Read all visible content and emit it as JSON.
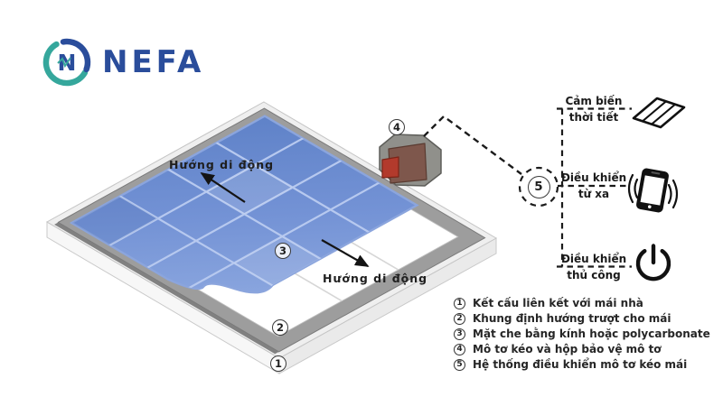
{
  "brand": {
    "name": "NEFA"
  },
  "diagram": {
    "movement_labels": [
      "Hướng di động",
      "Hướng di động"
    ],
    "markers": {
      "m1": "1",
      "m2": "2",
      "m3": "3",
      "m4": "4",
      "m5": "5"
    }
  },
  "controls": {
    "hub_number": "5",
    "options": [
      {
        "line1": "Cảm biến",
        "line2": "thời tiết",
        "icon": "weather-sensor-icon"
      },
      {
        "line1": "Điều khiển",
        "line2": "từ xa",
        "icon": "smartphone-icon"
      },
      {
        "line1": "Điều khiển",
        "line2": "thủ công",
        "icon": "power-button-icon"
      }
    ]
  },
  "legend": {
    "items": [
      {
        "num": "1",
        "text": "Kết cấu liên kết với mái nhà"
      },
      {
        "num": "2",
        "text": "Khung định hướng trượt cho mái"
      },
      {
        "num": "3",
        "text": "Mặt che bằng kính hoặc polycarbonate"
      },
      {
        "num": "4",
        "text": "Mô tơ kéo và hộp bảo vệ mô tơ"
      },
      {
        "num": "5",
        "text": "Hệ thống điều khiển mô tơ kéo mái"
      }
    ]
  },
  "colors": {
    "brand_blue": "#2a4d9b",
    "brand_teal": "#35a79c",
    "glass_blue": "#6e90d4",
    "glass_blue_dark": "#5d80c6",
    "glass_blue_light": "#8fa9de",
    "mullion_blue": "#b7c9ef",
    "frame_gray": "#9d9d9d",
    "frame_gray_dark": "#7f7f7f",
    "base_gray": "#efefef",
    "motor_gray": "#90908b",
    "motor_brown": "#7e574c",
    "motor_red": "#b23a2c",
    "line_black": "#1b1b1b",
    "text_dark": "#222222"
  }
}
